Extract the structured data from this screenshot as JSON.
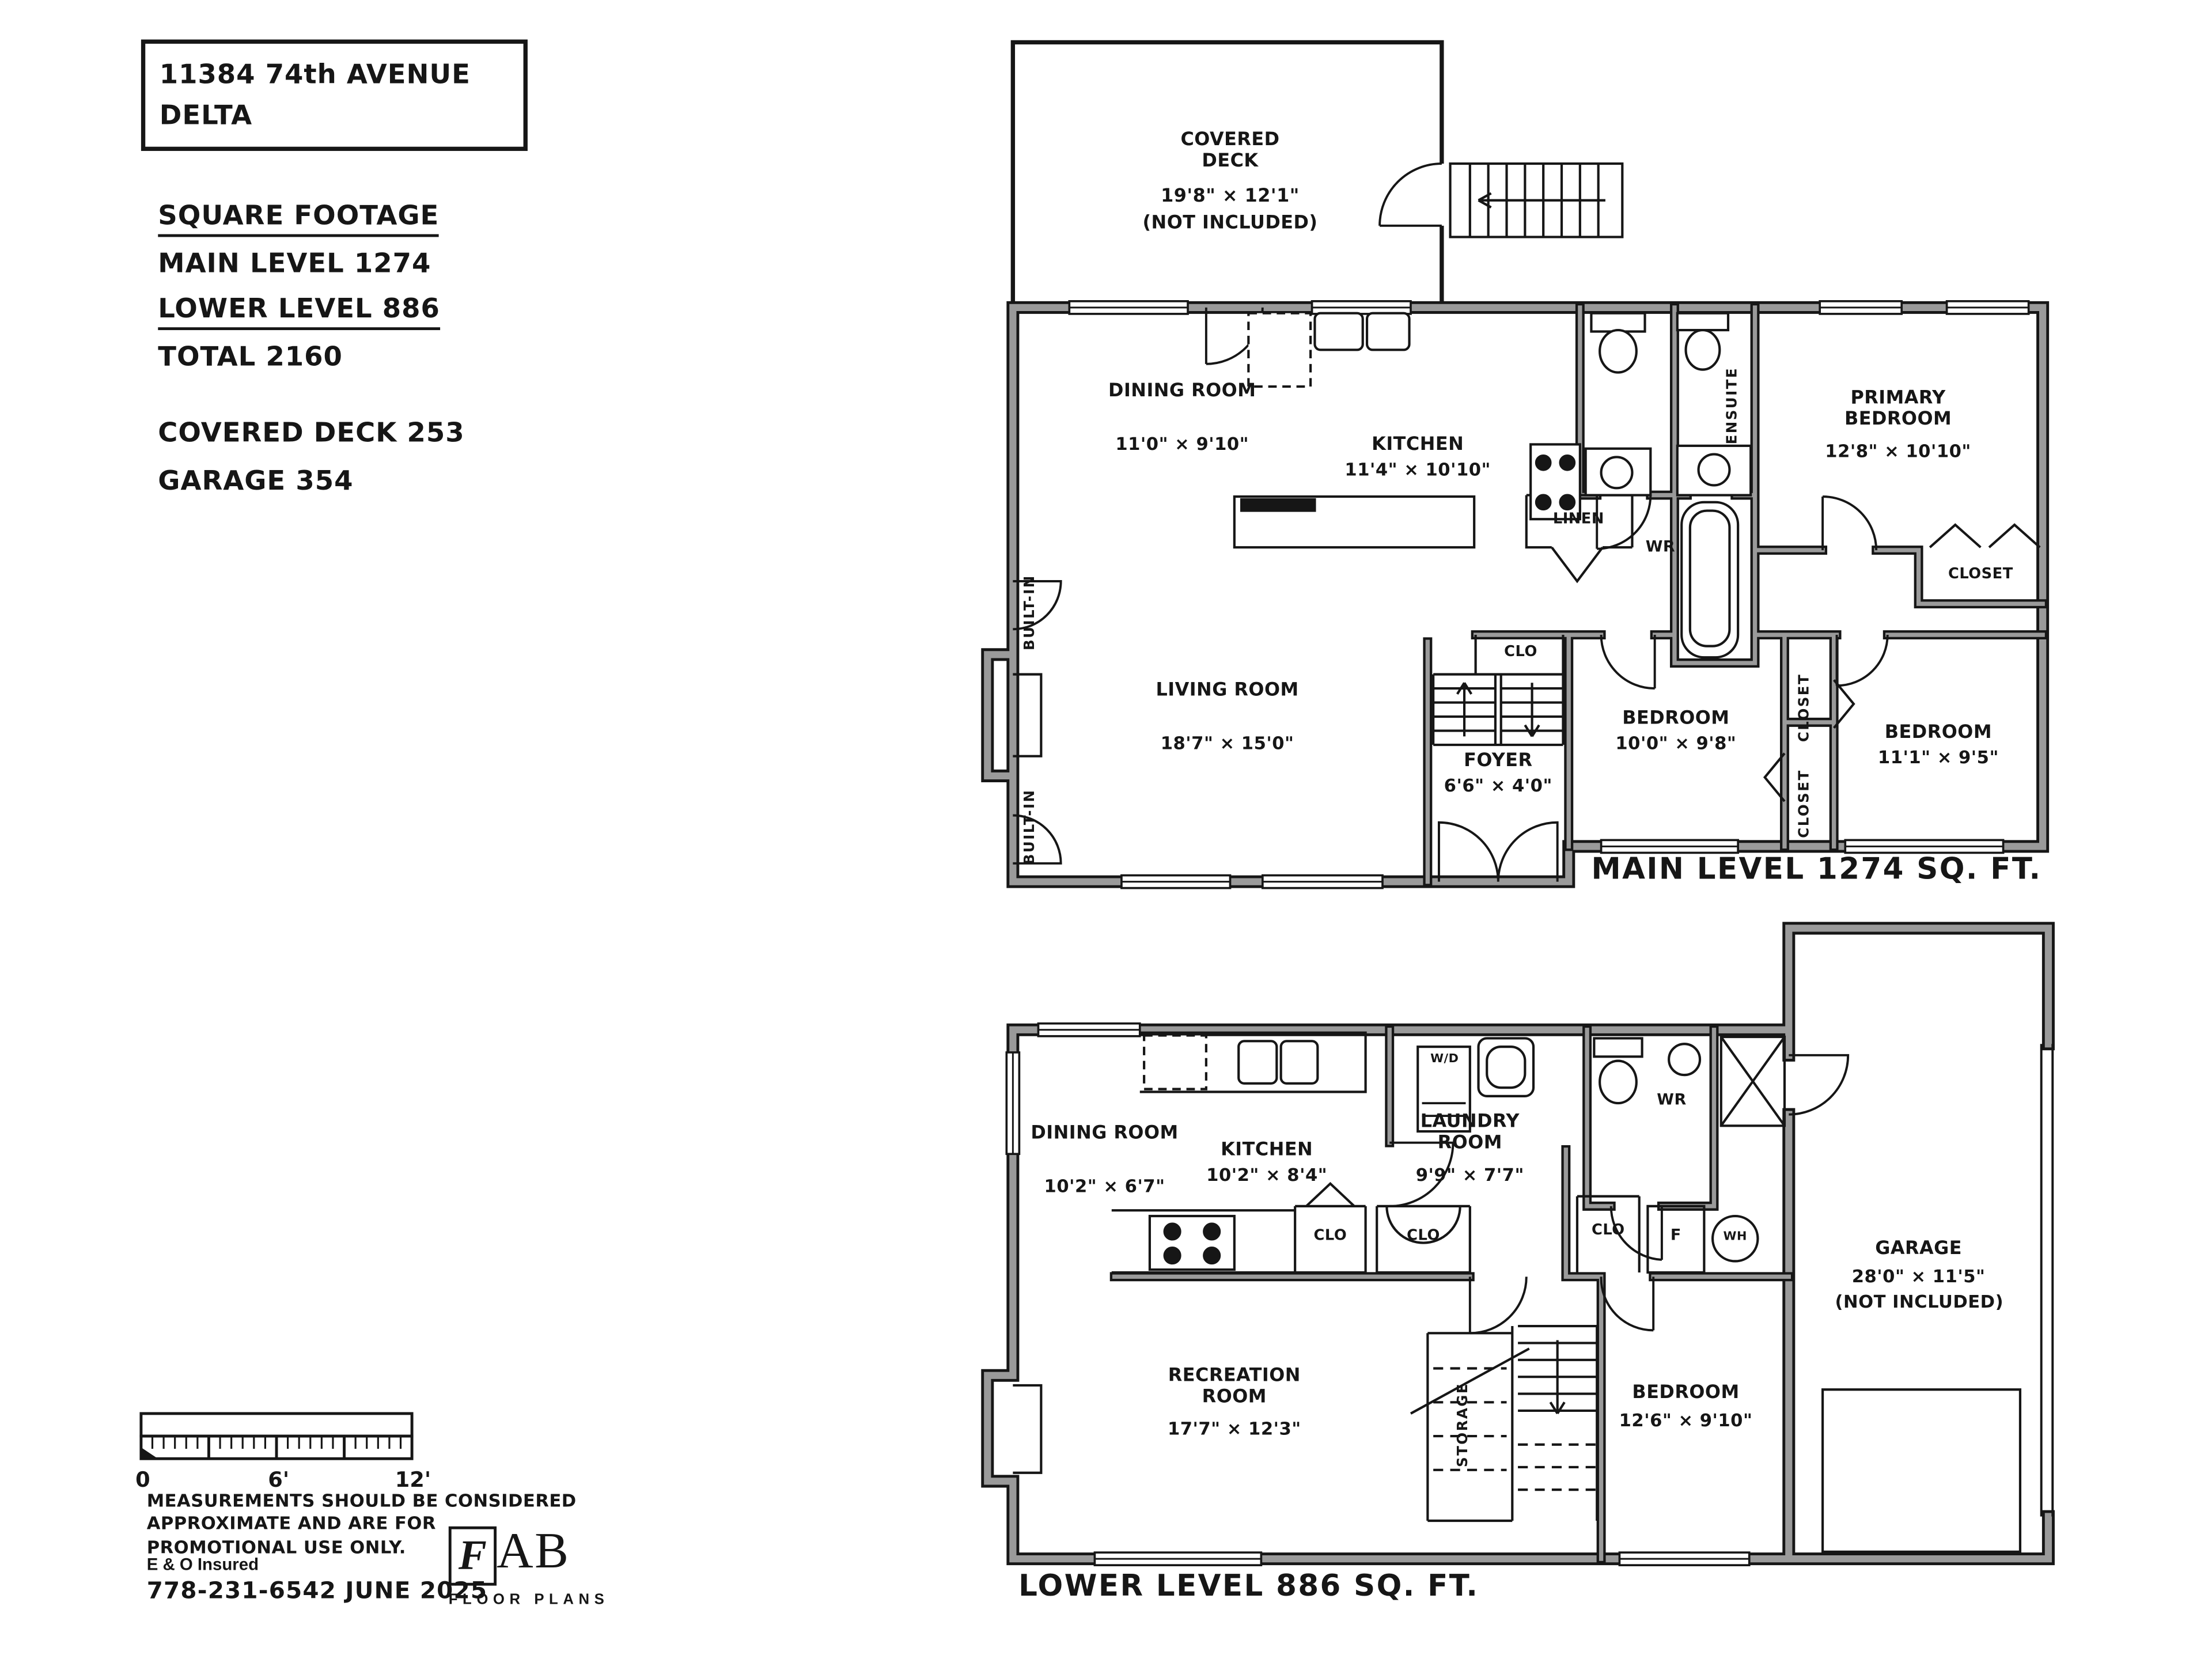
{
  "colors": {
    "ink": "#161616",
    "wall_gray": "#9a9a9a",
    "background": "#ffffff"
  },
  "header": {
    "address_line1": "11384 74th AVENUE",
    "address_line2": "DELTA"
  },
  "summary": {
    "title": "SQUARE FOOTAGE",
    "main": "MAIN LEVEL 1274",
    "lower": "LOWER LEVEL 886",
    "total": "TOTAL 2160",
    "deck": "COVERED DECK 253",
    "garage": "GARAGE 354"
  },
  "main": {
    "caption": "MAIN LEVEL 1274 SQ. FT.",
    "deck_name": "COVERED DECK",
    "deck_dims": "19'8\" × 12'1\"",
    "deck_note": "(NOT INCLUDED)",
    "dining_name": "DINING ROOM",
    "dining_dims": "11'0\" × 9'10\"",
    "kitchen_name": "KITCHEN",
    "kitchen_dims": "11'4\" × 10'10\"",
    "wr": "WR",
    "ensuite": "ENSUITE",
    "linen": "LINEN",
    "primary_name": "PRIMARY BEDROOM",
    "primary_dims": "12'8\" × 10'10\"",
    "closet": "CLOSET",
    "bedroom2_name": "BEDROOM",
    "bedroom2_dims": "10'0\" × 9'8\"",
    "closet_v1": "CLOSET",
    "closet_v2": "CLOSET",
    "bedroom3_name": "BEDROOM",
    "bedroom3_dims": "11'1\" × 9'5\"",
    "living_name": "LIVING ROOM",
    "living_dims": "18'7\" × 15'0\"",
    "foyer_name": "FOYER",
    "foyer_dims": "6'6\" × 4'0\"",
    "clo": "CLO",
    "builtin1": "BUILT-IN",
    "builtin2": "BUILT-IN"
  },
  "lower": {
    "caption": "LOWER LEVEL 886 SQ. FT.",
    "dining_name": "DINING ROOM",
    "dining_dims": "10'2\" × 6'7\"",
    "kitchen_name": "KITCHEN",
    "kitchen_dims": "10'2\" × 8'4\"",
    "laundry_name": "LAUNDRY ROOM",
    "laundry_dims": "9'9\" × 7'7\"",
    "wd": "W/D",
    "wr": "WR",
    "clo1": "CLO",
    "clo2": "CLO",
    "clo3": "CLO",
    "f": "F",
    "wh": "WH",
    "garage_name": "GARAGE",
    "garage_dims": "28'0\" × 11'5\"",
    "garage_note": "(NOT INCLUDED)",
    "rec_name": "RECREATION ROOM",
    "rec_dims": "17'7\" × 12'3\"",
    "storage": "STORAGE",
    "bedroom_name": "BEDROOM",
    "bedroom_dims": "12'6\" × 9'10\""
  },
  "footer": {
    "scale0": "0",
    "scale6": "6'",
    "scale12": "12'",
    "disc1": "MEASUREMENTS SHOULD BE CONSIDERED",
    "disc2": "APPROXIMATE AND ARE FOR",
    "disc3": "PROMOTIONAL USE ONLY.",
    "eo": "E & O Insured",
    "phone": "778-231-6542  JUNE 2025",
    "logo_f": "F",
    "logo_ab": "AB",
    "logo_sub": "FLOOR PLANS"
  }
}
